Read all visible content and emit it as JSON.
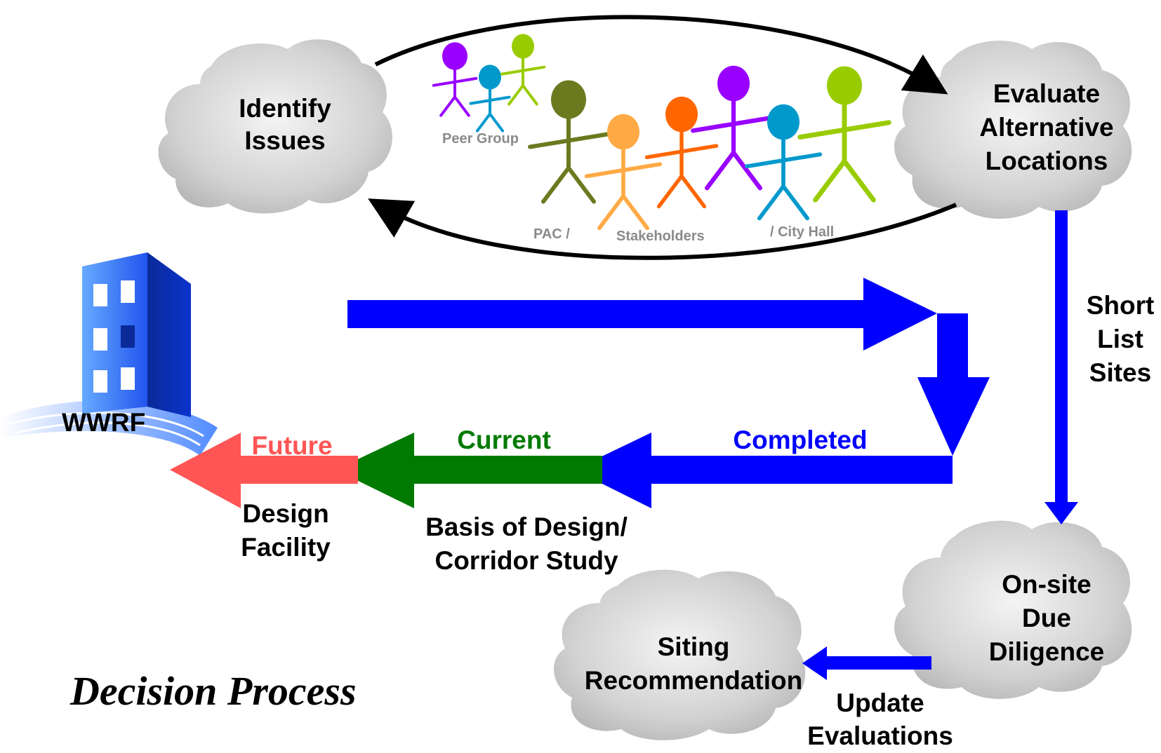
{
  "clouds": {
    "identify": [
      "Identify",
      "Issues"
    ],
    "evaluate": [
      "Evaluate",
      "Alternative",
      "Locations"
    ],
    "onsite": [
      "On-site",
      "Due",
      "Diligence"
    ],
    "siting": [
      "Siting",
      "Recommendation"
    ]
  },
  "groups": {
    "peer": "Peer Group",
    "pac": "PAC /",
    "stakeholders": "Stakeholders",
    "cityhall": "/ City Hall"
  },
  "building": {
    "label": "WWRF"
  },
  "labels": {
    "shortlist": [
      "Short",
      "List",
      "Sites"
    ],
    "update": [
      "Update",
      "Evaluations"
    ],
    "completed": "Completed",
    "current": "Current",
    "future": "Future",
    "basis": [
      "Basis of Design/",
      "Corridor Study"
    ],
    "design": [
      "Design",
      "Facility"
    ]
  },
  "title": "Decision Process",
  "colors": {
    "blue_arrow": "#0000ff",
    "green_arrow": "#007a00",
    "red_arrow": "#ff5555",
    "future_text": "#ff5555",
    "current_text": "#007a00",
    "completed_text": "#0000ff",
    "people": [
      "#9900ff",
      "#0099cc",
      "#99cc00",
      "#6b7a1f",
      "#ffaa44",
      "#ff6600",
      "#9900ff",
      "#0099cc",
      "#99cc00"
    ]
  }
}
